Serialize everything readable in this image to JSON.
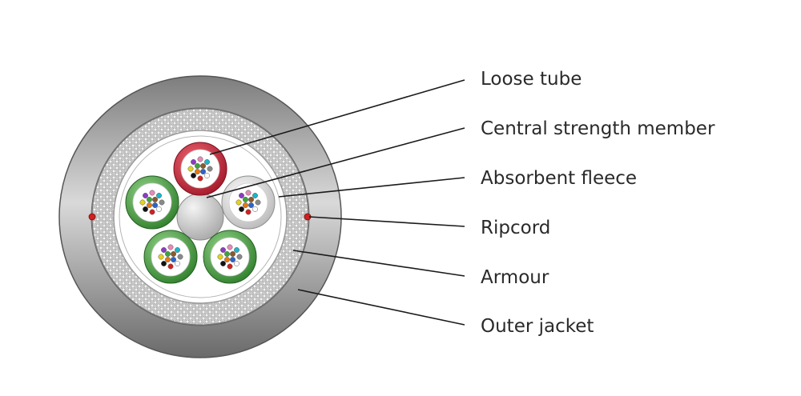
{
  "labels": {
    "loose_tube": "Loose tube",
    "central_strength_member": "Central strength member",
    "absorbent_fleece": "Absorbent fleece",
    "ripcord": "Ripcord",
    "armour": "Armour",
    "outer_jacket": "Outer jacket"
  },
  "colors": {
    "outer_jacket": "#8c8c8c",
    "armour": "#bdbdbd",
    "fleece": "#ffffff",
    "central_member": "#d0d0d0",
    "ripcord": "#d21f1f",
    "tube_red": "#c8283a",
    "tube_green": "#4ea246",
    "tube_white": "#e6e6e6",
    "leader_line": "#1a1a1a"
  },
  "fiber_colors": [
    "#2d63c7",
    "#e07a1a",
    "#3ea33e",
    "#8a5a2b",
    "#8a8a8a",
    "#ffffff",
    "#d42020",
    "#111111",
    "#e6d21f",
    "#8a3dbf",
    "#e88ab8",
    "#1fb5c9"
  ]
}
